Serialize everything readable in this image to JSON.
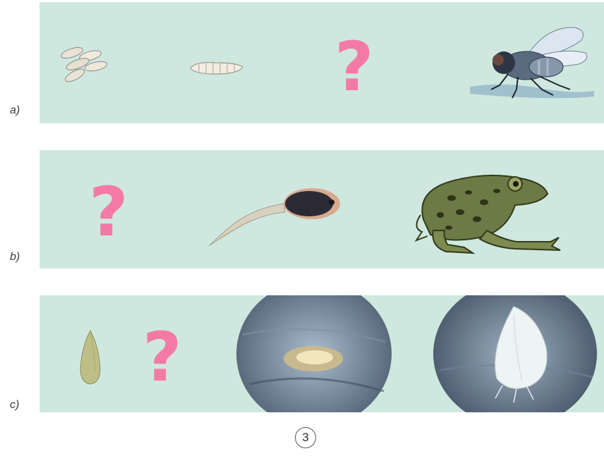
{
  "rows": [
    {
      "label": "a)",
      "stages": [
        "eggs",
        "larva",
        "unknown",
        "adult-fly"
      ]
    },
    {
      "label": "b)",
      "stages": [
        "unknown",
        "tadpole",
        "adult-frog"
      ]
    },
    {
      "label": "c)",
      "stages": [
        "egg",
        "unknown",
        "pupa",
        "adult-butterfly"
      ]
    }
  ],
  "question_mark": "?",
  "figure_number": "3",
  "colors": {
    "panel": "#cfe8df",
    "question_mark": "#f47aa6"
  }
}
